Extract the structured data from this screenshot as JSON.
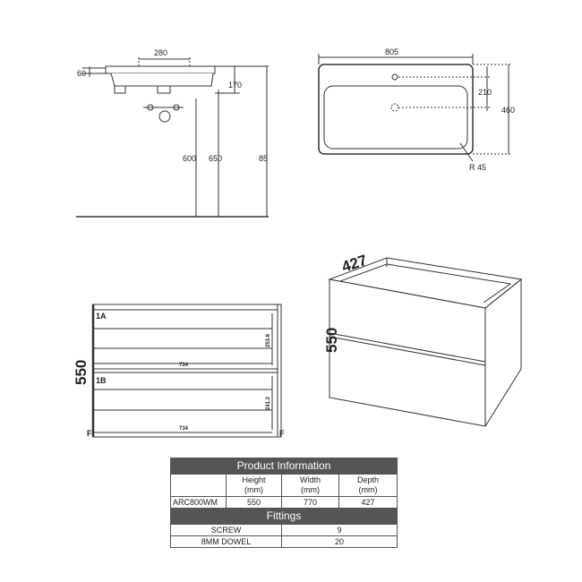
{
  "top_left_view": {
    "dimensions": {
      "tap_spacing": "280",
      "rim_height": "60",
      "bowl_depth": "170",
      "waste_height_1": "600",
      "waste_height_2": "650",
      "overall_height_partial": "85"
    }
  },
  "top_right_view": {
    "dimensions": {
      "width": "805",
      "tap_to_waste": "210",
      "depth": "460",
      "corner_radius": "R 45"
    }
  },
  "front_view": {
    "height": "550",
    "drawer_labels": [
      "1A",
      "1B"
    ],
    "drawer_widths": [
      "734",
      "734"
    ],
    "drawer_heights": [
      "253.6",
      "241.2"
    ],
    "foot_labels": [
      "F",
      "F"
    ]
  },
  "iso_view": {
    "depth": "427",
    "height": "550"
  },
  "product_table": {
    "title": "Product Information",
    "columns": [
      {
        "label": "Height",
        "unit": "(mm)"
      },
      {
        "label": "Width",
        "unit": "(mm)"
      },
      {
        "label": "Depth",
        "unit": "(mm)"
      }
    ],
    "row": {
      "code": "ARC800WM",
      "height": "550",
      "width": "770",
      "depth": "427"
    },
    "fittings_title": "Fittings",
    "fittings": [
      {
        "name": "SCREW",
        "qty": "9"
      },
      {
        "name": "8MM DOWEL",
        "qty": "20"
      }
    ]
  }
}
